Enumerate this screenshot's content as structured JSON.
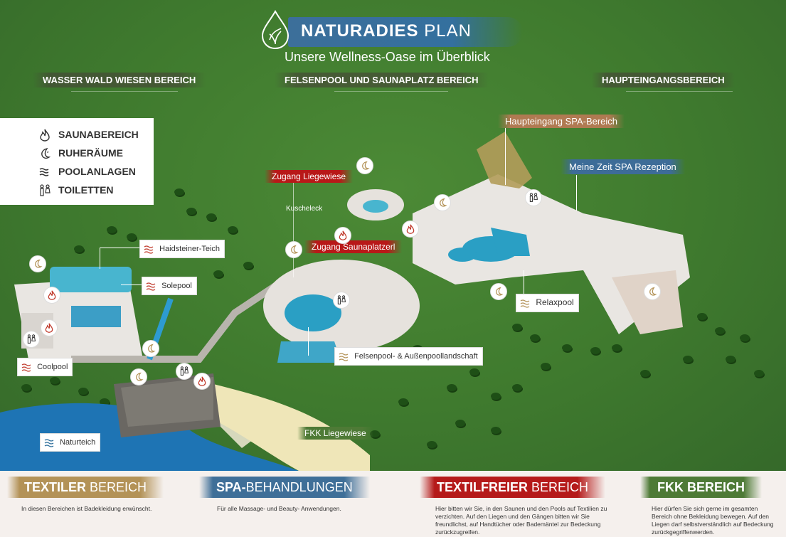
{
  "header": {
    "title_bold": "NATURADIES",
    "title_thin": "PLAN",
    "subtitle": "Unsere Wellness-Oase im Überblick"
  },
  "sections": {
    "left": "WASSER WALD WIESEN BEREICH",
    "center": "FELSENPOOL UND SAUNAPLATZ BEREICH",
    "right": "HAUPTEINGANGSBEREICH"
  },
  "legend": {
    "items": [
      {
        "label": "SAUNABEREICH",
        "icon": "flame-icon"
      },
      {
        "label": "RUHERÄUME",
        "icon": "moon-icon"
      },
      {
        "label": "POOLANLAGEN",
        "icon": "waves-icon"
      },
      {
        "label": "TOILETTEN",
        "icon": "toilet-icon"
      }
    ]
  },
  "map_labels": {
    "haidsteiner": "Haidsteiner-Teich",
    "solepool": "Solepool",
    "coolpool": "Coolpool",
    "naturteich": "Naturteich",
    "felsenpool": "Felsenpool- & Außenpoollandschaft",
    "relaxpool": "Relaxpool",
    "kuscheleck": "Kuscheleck",
    "zugang_liegewiese": "Zugang Liegewiese",
    "zugang_saunaplatzerl": "Zugang Saunaplatzerl",
    "haupteingang": "Haupteingang SPA-Bereich",
    "rezeption": "Meine Zeit SPA Rezeption",
    "fkk_liegewiese": "FKK Liegewiese"
  },
  "categories": [
    {
      "title_bold": "TEXTILER",
      "title_thin": "BEREICH",
      "color": "#b39257",
      "desc": "In diesen Bereichen ist Badekleidung erwünscht."
    },
    {
      "title_bold": "SPA-",
      "title_thin": "BEHANDLUNGEN",
      "color": "#3f6f98",
      "desc": "Für alle Massage- und Beauty- Anwendungen."
    },
    {
      "title_bold": "TEXTILFREIER",
      "title_thin": "BEREICH",
      "color": "#b51a1a",
      "desc": "Hier bitten wir Sie, in den Saunen und den Pools auf Textilien zu verzichten. Auf den Liegen und den Gängen bitten wir Sie freundlichst, auf Handtücher oder Bademäntel zur Bedeckung zurückzugreifen."
    },
    {
      "title_bold": "FKK BEREICH",
      "title_thin": "",
      "color": "#4e7a36",
      "desc": "Hier dürfen Sie sich gerne im gesamten Bereich ohne Bekleidung bewegen. Auf den Liegen darf selbstverständlich auf Bedeckung zurückgegriffenwerden."
    }
  ],
  "colors": {
    "grass": "#3f7a2e",
    "water": "#1a7ab8",
    "pool": "#3fa6c8",
    "building": "#e9e6e2"
  }
}
